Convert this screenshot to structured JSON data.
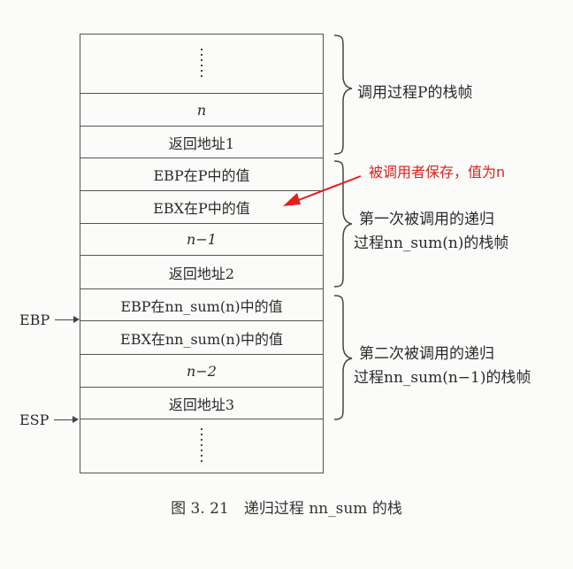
{
  "stack_cells": [
    {
      "text": "",
      "dots": true
    },
    {
      "text": "n",
      "italic": true
    },
    {
      "text": "返回地址1"
    },
    {
      "text": "EBP在P中的值"
    },
    {
      "text": "EBX在P中的值"
    },
    {
      "text": "n−1",
      "italic": true
    },
    {
      "text": "返回地址2"
    },
    {
      "text": "EBP在nn_sum(n)中的值"
    },
    {
      "text": "EBX在nn_sum(n)中的值"
    },
    {
      "text": "n−2",
      "italic": true
    },
    {
      "text": "返回地址3"
    },
    {
      "text": "",
      "dots": true
    }
  ],
  "frames": {
    "p_frame": "调用过程P的栈帧",
    "first_call_line1": "第一次被调用的递归",
    "first_call_line2": "过程nn_sum(n)的栈帧",
    "second_call_line1": "第二次被调用的递归",
    "second_call_line2": "过程nn_sum(n−1)的栈帧"
  },
  "pointers": {
    "ebp": "EBP",
    "esp": "ESP"
  },
  "annotation": {
    "text": "被调用者保存，值为n",
    "color": "#e0201a"
  },
  "caption": "图 3. 21　递归过程 nn_sum 的栈"
}
